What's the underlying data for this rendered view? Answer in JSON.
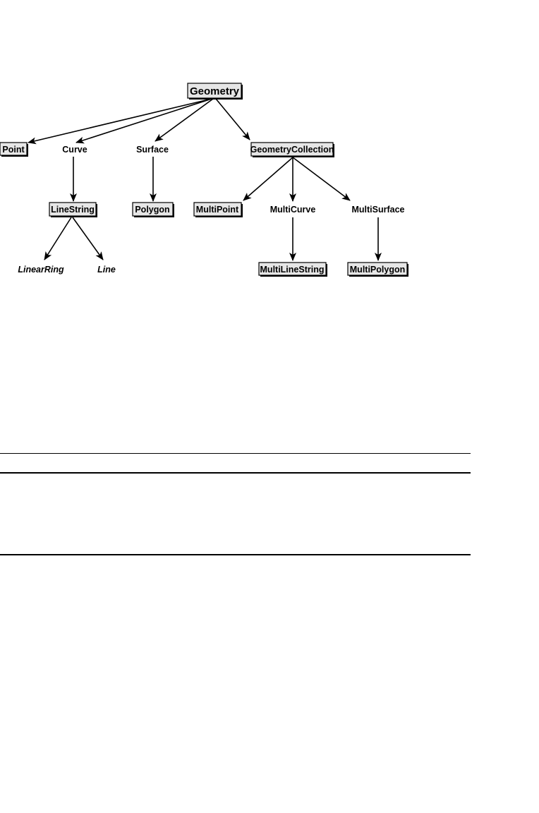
{
  "diagram": {
    "nodes": {
      "geometry": "Geometry",
      "point": "Point",
      "curve": "Curve",
      "surface": "Surface",
      "geometry_collection": "GeometryCollection",
      "linestring": "LineString",
      "polygon": "Polygon",
      "multipoint": "MultiPoint",
      "multicurve": "MultiCurve",
      "multisurface": "MultiSurface",
      "linearring": "LinearRing",
      "line": "Line",
      "multilinestring": "MultiLineString",
      "multipolygon": "MultiPolygon"
    }
  },
  "colors": {
    "box_fill": "#e6e6e6",
    "ink": "#000000"
  }
}
